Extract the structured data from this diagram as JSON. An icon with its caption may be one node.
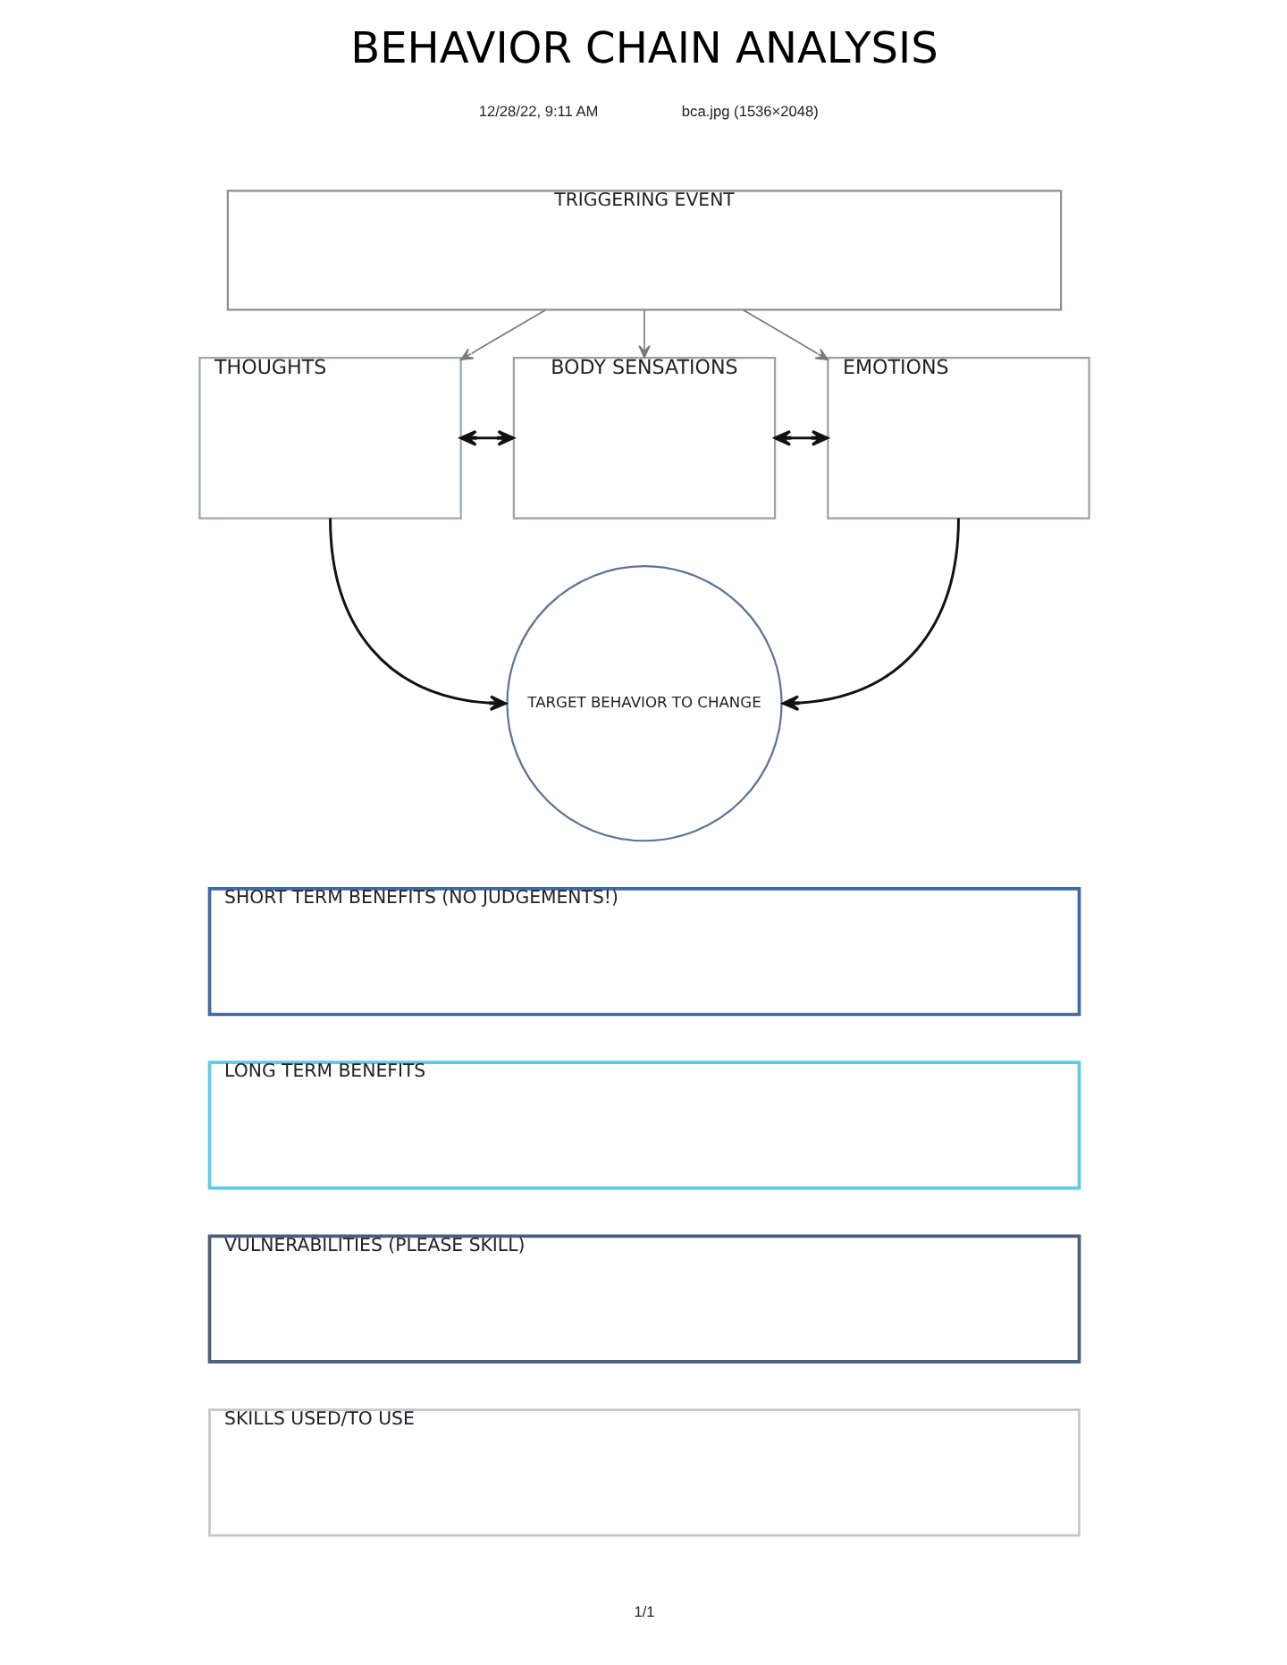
{
  "diagram": {
    "title": "BEHAVIOR CHAIN ANALYSIS",
    "nodes": [
      {
        "text": [
          "TRIGGERING EVENT"
        ]
      },
      {
        "text": [
          "THOUGHTS"
        ]
      },
      {
        "text": [
          "BODY SENSATIONS"
        ]
      },
      {
        "text": [
          "EMOTIONS"
        ]
      },
      {
        "text": [
          "TARGET BEHAVIOR TO CHANGE"
        ]
      },
      {
        "text": [
          "SHORT TERM BENEFITS (NO JUDGEMENTS!)"
        ]
      },
      {
        "text": [
          "LONG TERM BENEFITS"
        ]
      },
      {
        "text": [
          "VULNERABILITIES (PLEASE SKILL)"
        ]
      },
      {
        "text": [
          "SKILLS USED/TO USE"
        ]
      }
    ],
    "edges": [
      {
        "from": 0,
        "to": 1,
        "arrow": "to",
        "color": "#7a7a7a"
      },
      {
        "from": 0,
        "to": 2,
        "arrow": "to",
        "color": "#7a7a7a"
      },
      {
        "from": 0,
        "to": 3,
        "arrow": "to",
        "color": "#7a7a7a"
      },
      {
        "from": 1,
        "to": 2,
        "arrow": "both"
      },
      {
        "from": 2,
        "to": 3,
        "arrow": "both"
      },
      {
        "from": 1,
        "to": 4,
        "arrow": "to"
      },
      {
        "from": 3,
        "to": 4,
        "arrow": "to"
      }
    ],
    "labels": [
      "12/28/22, 9:11 AM",
      "bca.jpg (1536×2048)",
      "1/1"
    ]
  }
}
